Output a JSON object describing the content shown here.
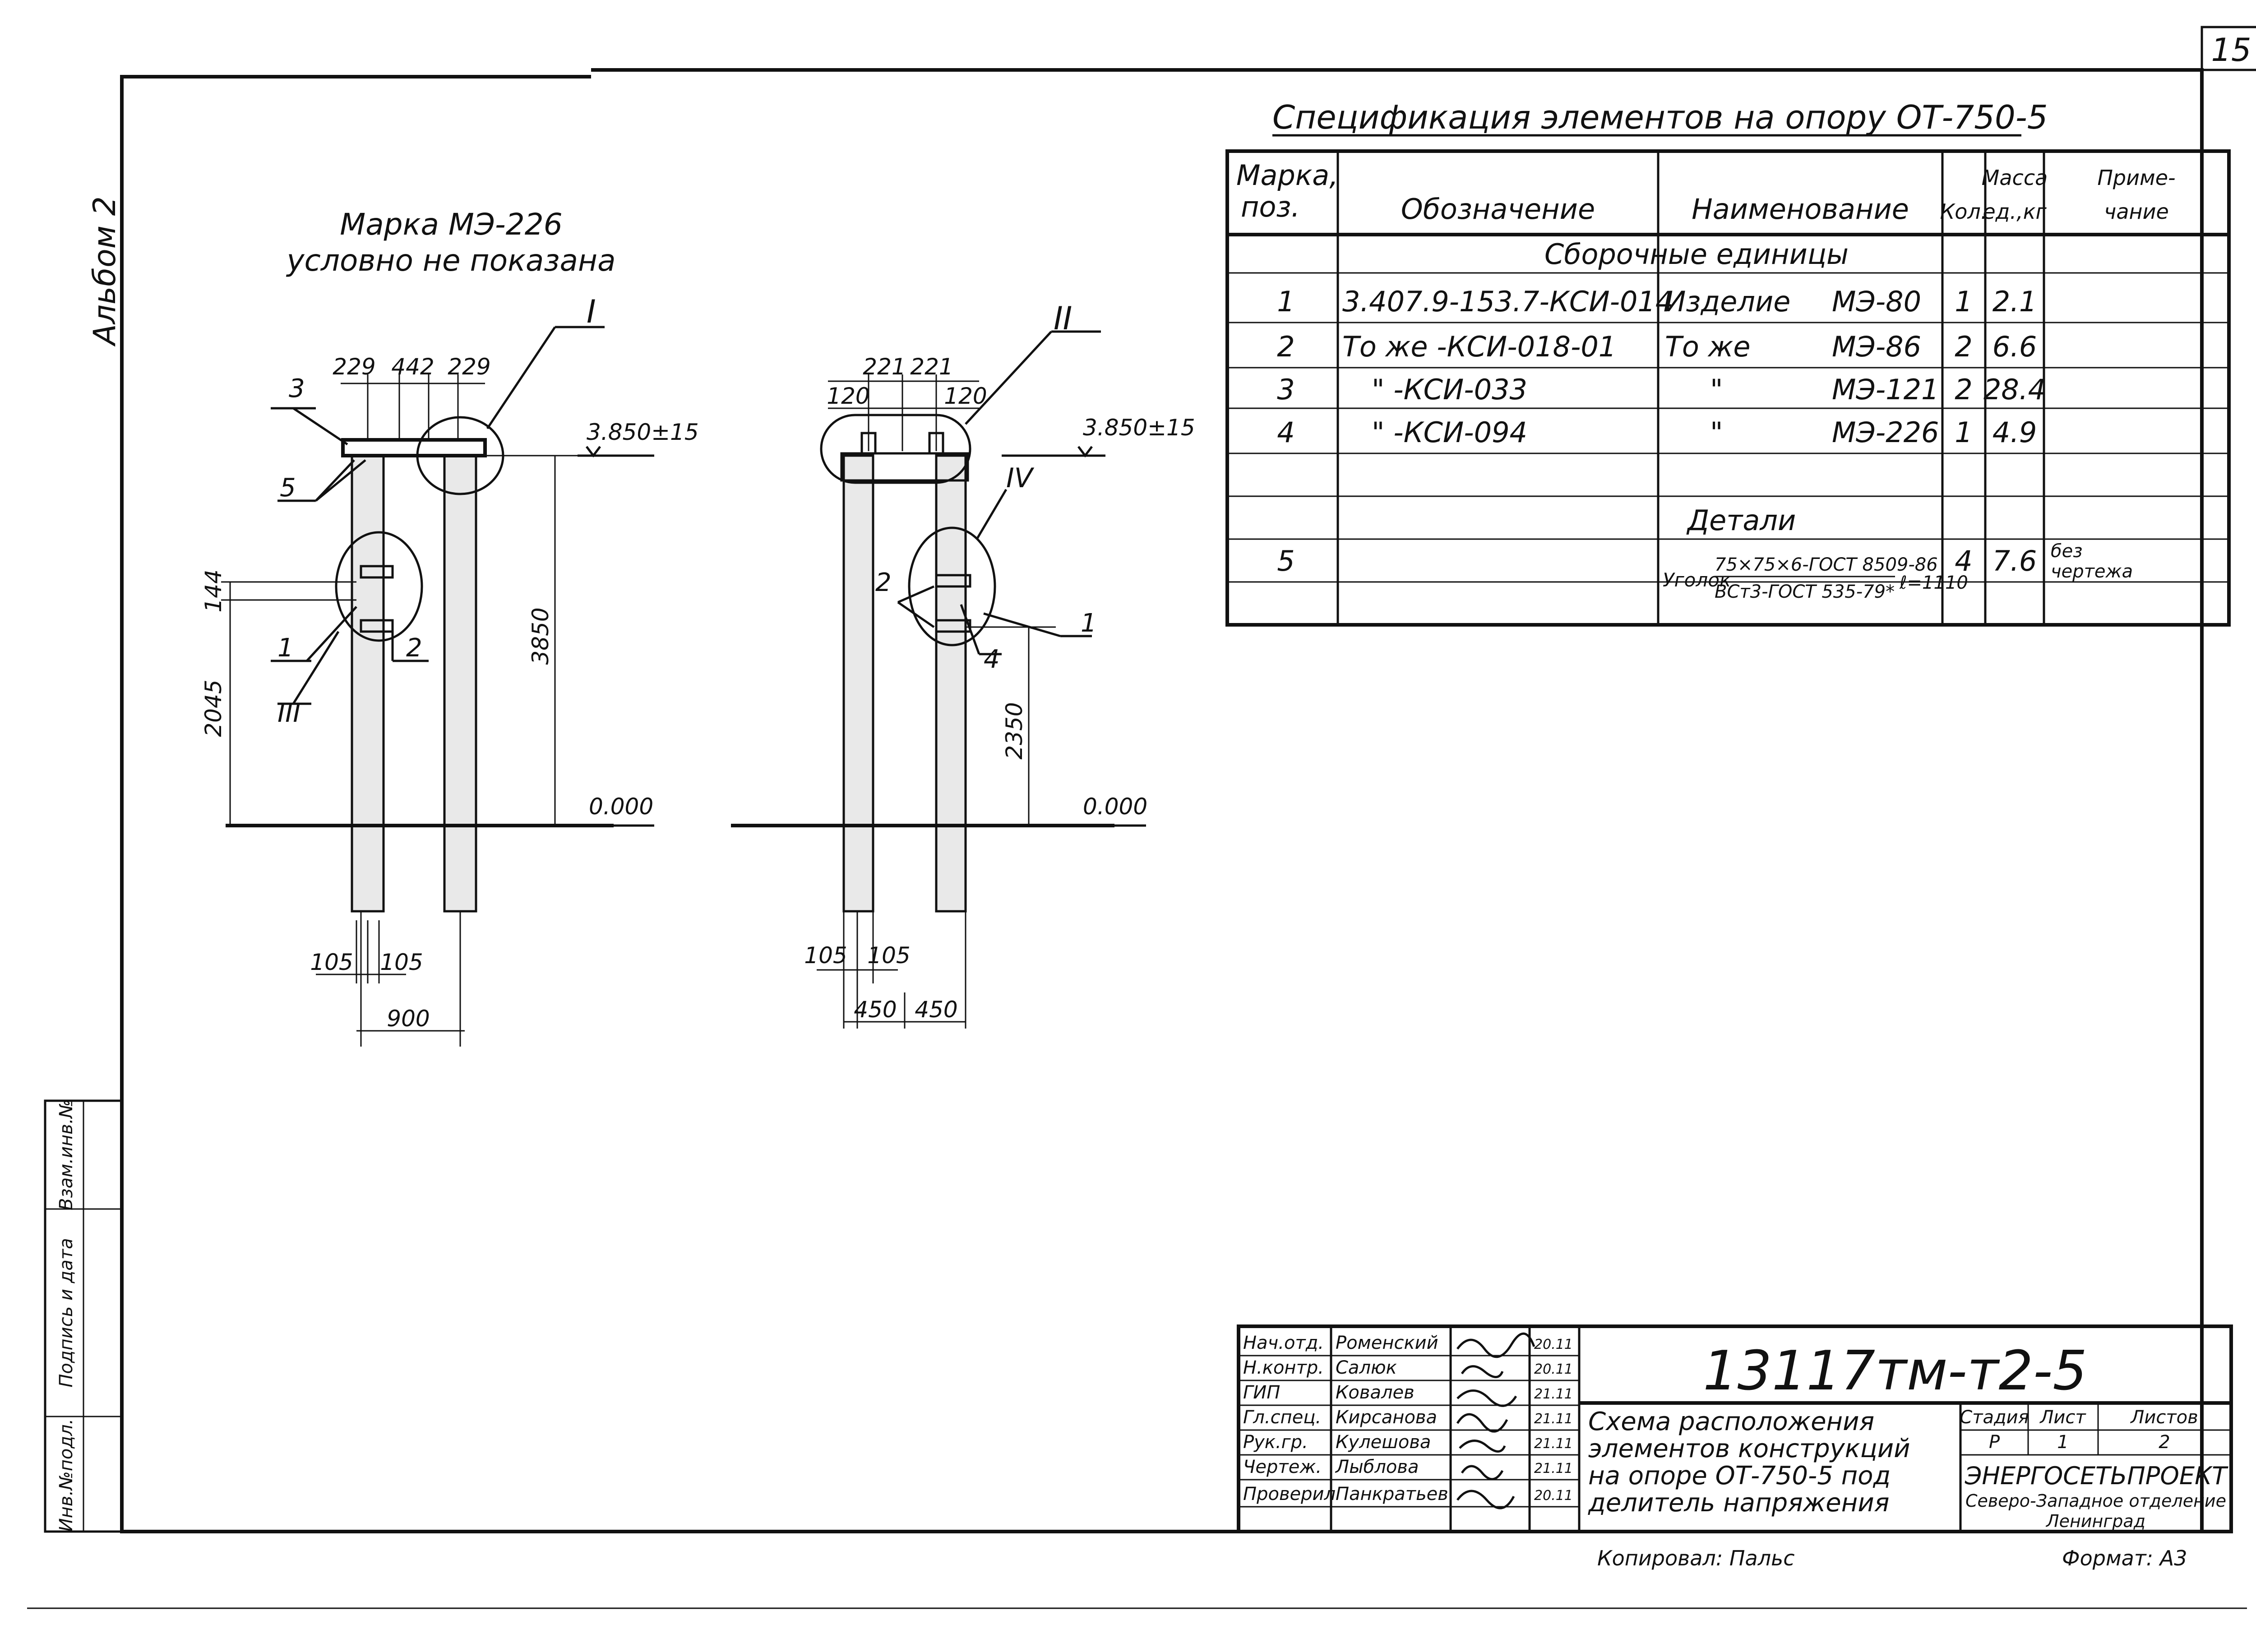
{
  "sheet": {
    "number": "15",
    "album": "Альбом 2"
  },
  "drawing": {
    "note_line1": "Марка МЭ-226",
    "note_line2": "условно не показана",
    "left": {
      "callout_I": "I",
      "callout_III": "III",
      "dims_top": [
        "229",
        "442",
        "229"
      ],
      "dim_144": "144",
      "dim_2045": "2045",
      "dim_3850": "3850",
      "dim_105a": "105",
      "dim_105b": "105",
      "dim_900": "900",
      "level_top": "3.850±15",
      "level_zero": "0.000",
      "pos": [
        "3",
        "5",
        "1",
        "2"
      ]
    },
    "right": {
      "callout_II": "II",
      "callout_IV": "IV",
      "dims_top": [
        "221",
        "221"
      ],
      "dim_120a": "120",
      "dim_120b": "120",
      "dim_2350": "2350",
      "dim_105a": "105",
      "dim_105b": "105",
      "dim_450a": "450",
      "dim_450b": "450",
      "level_top": "3.850±15",
      "level_zero": "0.000",
      "pos": [
        "2",
        "4",
        "1"
      ]
    }
  },
  "spec": {
    "title": "Спецификация элементов на опору ОТ-750-5",
    "headers": {
      "mark_1": "Марка,",
      "mark_2": "поз.",
      "designation": "Обозначение",
      "name": "Наименование",
      "qty": "Кол.",
      "mass_1": "Масса",
      "mass_2": "ед.,кг",
      "note_1": "Приме-",
      "note_2": "чание"
    },
    "section_assembly": "Сборочные единицы",
    "section_details": "Детали",
    "rows": [
      {
        "pos": "1",
        "designation": "3.407.9-153.7-КСИ-014",
        "name": "Изделие",
        "code": "МЭ-80",
        "qty": "1",
        "mass": "2.1",
        "note": ""
      },
      {
        "pos": "2",
        "designation": "То же -КСИ-018-01",
        "name": "То же",
        "code": "МЭ-86",
        "qty": "2",
        "mass": "6.6",
        "note": ""
      },
      {
        "pos": "3",
        "designation": "\" -КСИ-033",
        "name": "\"",
        "code": "МЭ-121",
        "qty": "2",
        "mass": "28.4",
        "note": ""
      },
      {
        "pos": "4",
        "designation": "\" -КСИ-094",
        "name": "\"",
        "code": "МЭ-226",
        "qty": "1",
        "mass": "4.9",
        "note": ""
      }
    ],
    "detail_row": {
      "pos": "5",
      "name_prefix": "Уголок",
      "name_top": "75×75×6-ГОСТ 8509-86",
      "name_bottom": "ВСт3-ГОСТ 535-79*",
      "length": "ℓ=1110",
      "qty": "4",
      "mass": "7.6",
      "note_1": "без",
      "note_2": "чертежа"
    }
  },
  "title_block": {
    "code": "13117тм-т2-5",
    "roles": [
      "Нач.отд.",
      "Н.контр.",
      "ГИП",
      "Гл.спец.",
      "Рук.гр.",
      "Чертеж.",
      "Проверил"
    ],
    "names": [
      "Роменский",
      "Салюк",
      "Ковалев",
      "Кирсанова",
      "Кулешова",
      "Лыблова",
      "Панкратьев"
    ],
    "dates": [
      "20.11",
      "20.11",
      "21.11",
      "21.11",
      "21.11",
      "21.11",
      "20.11"
    ],
    "desc_1": "Схема расположения",
    "desc_2": "элементов конструкций",
    "desc_3": "на опоре ОТ-750-5 под",
    "desc_4": "делитель напряжения",
    "stage_h": "Стадия",
    "sheet_h": "Лист",
    "sheets_h": "Листов",
    "stage": "Р",
    "sheet": "1",
    "sheets": "2",
    "org_1": "ЭНЕРГОСЕТЬПРОЕКТ",
    "org_2": "Северо-Западное отделение",
    "org_3": "Ленинград",
    "copied": "Копировал: Пальс",
    "format": "Формат: А3"
  },
  "side_stamp": {
    "inv": "Инв.№подл.",
    "sign": "Подпись и дата",
    "replace": "Взам.инв.№"
  }
}
